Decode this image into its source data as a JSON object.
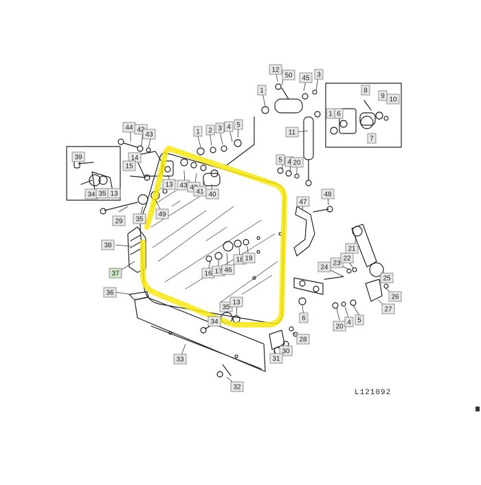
{
  "diagram": {
    "reference_code": "L121092",
    "highlight_color": "#f7e70f",
    "selected_callout_fill": "#cfe8c5",
    "callout_fill": "#e8e8e8",
    "callouts": [
      {
        "id": "c-top-50",
        "label": "50"
      },
      {
        "id": "c-top-45",
        "label": "45"
      },
      {
        "id": "c-top-3",
        "label": "3"
      },
      {
        "id": "c-top-1",
        "label": "1"
      },
      {
        "id": "c-top-12",
        "label": "12"
      },
      {
        "id": "c-top-8",
        "label": "8"
      },
      {
        "id": "c-top-9",
        "label": "9"
      },
      {
        "id": "c-top-10",
        "label": "10"
      },
      {
        "id": "c-top-1b",
        "label": "1"
      },
      {
        "id": "c-top-6",
        "label": "6"
      },
      {
        "id": "c-top-7",
        "label": "7"
      },
      {
        "id": "c-mid-11",
        "label": "11"
      },
      {
        "id": "c-hinge-1",
        "label": "1"
      },
      {
        "id": "c-hinge-2",
        "label": "2"
      },
      {
        "id": "c-hinge-3",
        "label": "3"
      },
      {
        "id": "c-hinge-4",
        "label": "4"
      },
      {
        "id": "c-hinge-5",
        "label": "5"
      },
      {
        "id": "c-44",
        "label": "44"
      },
      {
        "id": "c-42",
        "label": "42"
      },
      {
        "id": "c-43",
        "label": "43"
      },
      {
        "id": "c-14",
        "label": "14"
      },
      {
        "id": "c-39",
        "label": "39"
      },
      {
        "id": "c-15",
        "label": "15"
      },
      {
        "id": "c-34",
        "label": "34"
      },
      {
        "id": "c-35a",
        "label": "35"
      },
      {
        "id": "c-13a",
        "label": "13"
      },
      {
        "id": "c-13b",
        "label": "13"
      },
      {
        "id": "c-43b",
        "label": "43"
      },
      {
        "id": "c-42b",
        "label": "42"
      },
      {
        "id": "c-41",
        "label": "41"
      },
      {
        "id": "c-40",
        "label": "40"
      },
      {
        "id": "c-s5",
        "label": "5"
      },
      {
        "id": "c-s4",
        "label": "4"
      },
      {
        "id": "c-s20",
        "label": "20"
      },
      {
        "id": "c-48",
        "label": "48"
      },
      {
        "id": "c-47",
        "label": "47"
      },
      {
        "id": "c-29",
        "label": "29"
      },
      {
        "id": "c-35b",
        "label": "35"
      },
      {
        "id": "c-49",
        "label": "49"
      },
      {
        "id": "c-38",
        "label": "38"
      },
      {
        "id": "c-37",
        "label": "37"
      },
      {
        "id": "c-36",
        "label": "36"
      },
      {
        "id": "c-16",
        "label": "16"
      },
      {
        "id": "c-17",
        "label": "17"
      },
      {
        "id": "c-46",
        "label": "46"
      },
      {
        "id": "c-18",
        "label": "18"
      },
      {
        "id": "c-19",
        "label": "19"
      },
      {
        "id": "c-21",
        "label": "21"
      },
      {
        "id": "c-23",
        "label": "23"
      },
      {
        "id": "c-22",
        "label": "22"
      },
      {
        "id": "c-24",
        "label": "24"
      },
      {
        "id": "c-25",
        "label": "25"
      },
      {
        "id": "c-26",
        "label": "26"
      },
      {
        "id": "c-27",
        "label": "27"
      },
      {
        "id": "c-20b",
        "label": "20"
      },
      {
        "id": "c-4b",
        "label": "4"
      },
      {
        "id": "c-5b",
        "label": "5"
      },
      {
        "id": "c-6b",
        "label": "6"
      },
      {
        "id": "c-35c",
        "label": "35"
      },
      {
        "id": "c-13c",
        "label": "13"
      },
      {
        "id": "c-34b",
        "label": "34"
      },
      {
        "id": "c-28",
        "label": "28"
      },
      {
        "id": "c-30",
        "label": "30"
      },
      {
        "id": "c-31",
        "label": "31"
      },
      {
        "id": "c-33",
        "label": "33"
      },
      {
        "id": "c-32",
        "label": "32"
      }
    ]
  }
}
